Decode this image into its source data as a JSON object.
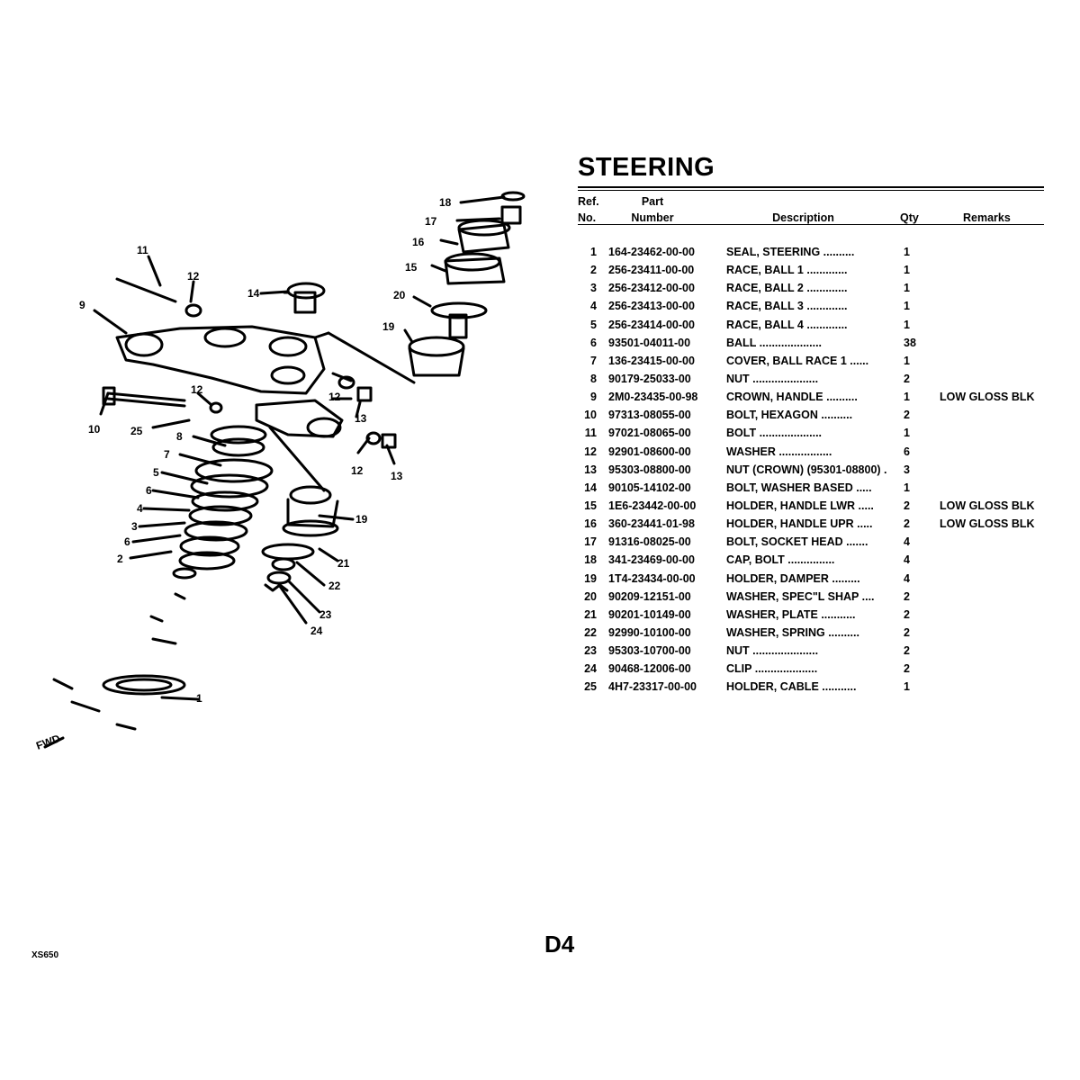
{
  "title": "STEERING",
  "headers": {
    "ref_line1": "Ref.",
    "ref_line2": "No.",
    "part_line1": "Part",
    "part_line2": "Number",
    "description": "Description",
    "qty": "Qty",
    "remarks": "Remarks"
  },
  "parts": [
    {
      "ref": "1",
      "part_number": "164-23462-00-00",
      "description": "SEAL, STEERING  ..........",
      "qty": "1",
      "remarks": ""
    },
    {
      "ref": "2",
      "part_number": "256-23411-00-00",
      "description": "RACE, BALL 1 .............",
      "qty": "1",
      "remarks": ""
    },
    {
      "ref": "3",
      "part_number": "256-23412-00-00",
      "description": "RACE, BALL 2 .............",
      "qty": "1",
      "remarks": ""
    },
    {
      "ref": "4",
      "part_number": "256-23413-00-00",
      "description": "RACE, BALL 3 .............",
      "qty": "1",
      "remarks": ""
    },
    {
      "ref": "5",
      "part_number": "256-23414-00-00",
      "description": "RACE, BALL 4 .............",
      "qty": "1",
      "remarks": ""
    },
    {
      "ref": "6",
      "part_number": "93501-04011-00",
      "description": "BALL ....................",
      "qty": "38",
      "remarks": ""
    },
    {
      "ref": "7",
      "part_number": "136-23415-00-00",
      "description": "COVER, BALL RACE 1  ......",
      "qty": "1",
      "remarks": ""
    },
    {
      "ref": "8",
      "part_number": "90179-25033-00",
      "description": "NUT .....................",
      "qty": "2",
      "remarks": ""
    },
    {
      "ref": "9",
      "part_number": "2M0-23435-00-98",
      "description": "CROWN, HANDLE  ..........",
      "qty": "1",
      "remarks": "LOW GLOSS BLK"
    },
    {
      "ref": "10",
      "part_number": "97313-08055-00",
      "description": "BOLT, HEXAGON  ..........",
      "qty": "2",
      "remarks": ""
    },
    {
      "ref": "11",
      "part_number": "97021-08065-00",
      "description": "BOLT ....................",
      "qty": "1",
      "remarks": ""
    },
    {
      "ref": "12",
      "part_number": "92901-08600-00",
      "description": "WASHER .................",
      "qty": "6",
      "remarks": ""
    },
    {
      "ref": "13",
      "part_number": "95303-08800-00",
      "description": "NUT (CROWN) (95301-08800)  .",
      "qty": "3",
      "remarks": ""
    },
    {
      "ref": "14",
      "part_number": "90105-14102-00",
      "description": "BOLT, WASHER BASED  .....",
      "qty": "1",
      "remarks": ""
    },
    {
      "ref": "15",
      "part_number": "1E6-23442-00-00",
      "description": "HOLDER, HANDLE LWR  .....",
      "qty": "2",
      "remarks": "LOW GLOSS BLK"
    },
    {
      "ref": "16",
      "part_number": "360-23441-01-98",
      "description": "HOLDER, HANDLE UPR  .....",
      "qty": "2",
      "remarks": "LOW GLOSS BLK"
    },
    {
      "ref": "17",
      "part_number": "91316-08025-00",
      "description": "BOLT, SOCKET HEAD .......",
      "qty": "4",
      "remarks": ""
    },
    {
      "ref": "18",
      "part_number": "341-23469-00-00",
      "description": "CAP, BOLT  ...............",
      "qty": "4",
      "remarks": ""
    },
    {
      "ref": "19",
      "part_number": "1T4-23434-00-00",
      "description": "HOLDER, DAMPER  .........",
      "qty": "4",
      "remarks": ""
    },
    {
      "ref": "20",
      "part_number": "90209-12151-00",
      "description": "WASHER, SPEC\"L SHAP  ....",
      "qty": "2",
      "remarks": ""
    },
    {
      "ref": "21",
      "part_number": "90201-10149-00",
      "description": "WASHER, PLATE ...........",
      "qty": "2",
      "remarks": ""
    },
    {
      "ref": "22",
      "part_number": "92990-10100-00",
      "description": "WASHER, SPRING ..........",
      "qty": "2",
      "remarks": ""
    },
    {
      "ref": "23",
      "part_number": "95303-10700-00",
      "description": "NUT .....................",
      "qty": "2",
      "remarks": ""
    },
    {
      "ref": "24",
      "part_number": "90468-12006-00",
      "description": "CLIP  ....................",
      "qty": "2",
      "remarks": ""
    },
    {
      "ref": "25",
      "part_number": "4H7-23317-00-00",
      "description": "HOLDER, CABLE ...........",
      "qty": "1",
      "remarks": ""
    }
  ],
  "diagram": {
    "callouts": [
      "1",
      "2",
      "3",
      "4",
      "5",
      "6",
      "6",
      "7",
      "8",
      "9",
      "10",
      "11",
      "12",
      "12",
      "12",
      "13",
      "13",
      "14",
      "15",
      "16",
      "17",
      "18",
      "19",
      "19",
      "20",
      "21",
      "22",
      "23",
      "24",
      "25"
    ],
    "fwd_label": "FWD"
  },
  "page_number": "D4",
  "model": "XS650"
}
